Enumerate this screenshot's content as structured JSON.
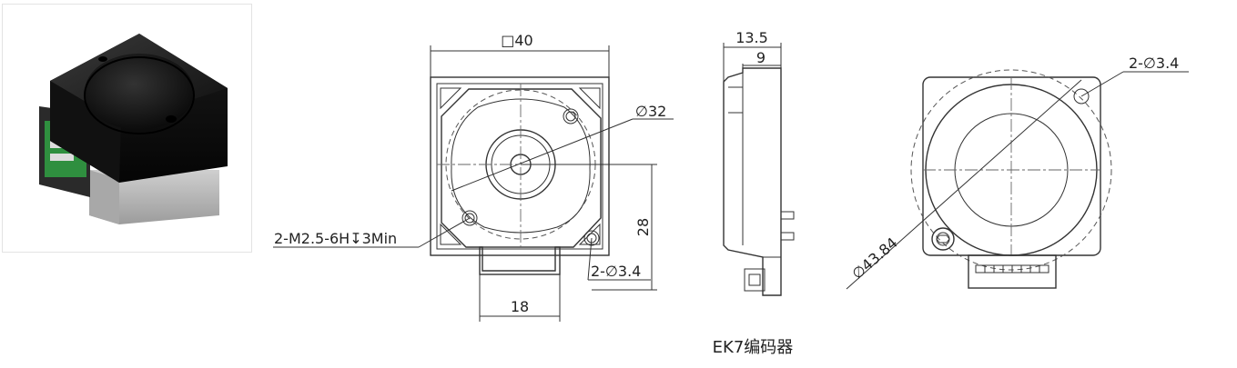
{
  "front_view": {
    "width_label": "□40",
    "bolt_circle_label": "∅32",
    "thread_label": "2-M2.5-6H↧3Min",
    "hole_label": "2-∅3.4",
    "height_label": "28",
    "tab_label": "18"
  },
  "side_view": {
    "total_depth_label": "13.5",
    "body_depth_label": "9"
  },
  "back_view": {
    "hole_label": "2-∅3.4",
    "diameter_label": "∅43.84"
  },
  "caption": "EK7编码器",
  "colors": {
    "line": "#333333",
    "text": "#222222",
    "housing": "#1e1e1e",
    "pcb": "#2f8f3f",
    "base": "#b9b9b9"
  }
}
